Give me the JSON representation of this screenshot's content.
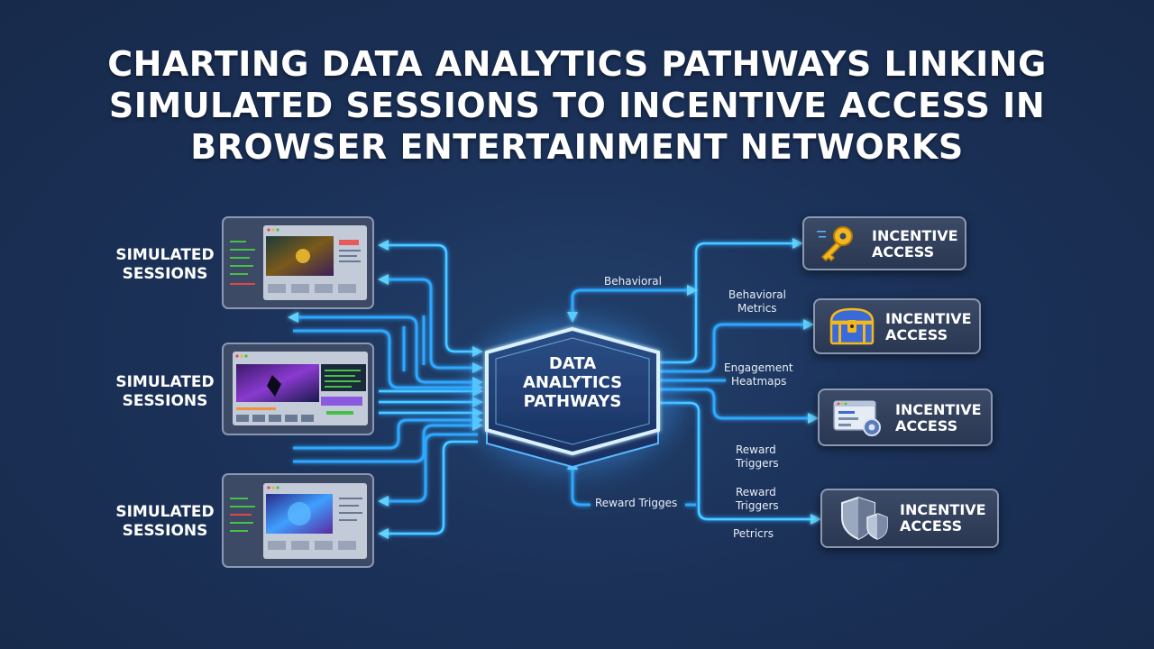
{
  "title": {
    "line1": "CHARTING DATA ANALYTICS PATHWAYS LINKING",
    "line2": "SIMULATED SESSIONS TO INCENTIVE ACCESS IN",
    "line3": "BROWSER ENTERTAINMENT NETWORKS"
  },
  "hub": {
    "line1": "DATA",
    "line2": "ANALYTICS",
    "line3": "PATHWAYS"
  },
  "sessions": [
    {
      "line1": "SIMULATED",
      "line2": "SESSIONS"
    },
    {
      "line1": "SIMULATED",
      "line2": "SESSIONS"
    },
    {
      "line1": "SIMULATED",
      "line2": "SESSIONS"
    }
  ],
  "incentives": [
    {
      "line1": "INCENTIVE",
      "line2": "ACCESS",
      "icon": "key-icon"
    },
    {
      "line1": "INCENTIVE",
      "line2": "ACCESS",
      "icon": "treasure-chest-icon"
    },
    {
      "line1": "INCENTIVE",
      "line2": "ACCESS",
      "icon": "browser-window-icon"
    },
    {
      "line1": "INCENTIVE",
      "line2": "ACCESS",
      "icon": "shield-icon"
    }
  ],
  "flow_labels": {
    "behavioral": "Behavioral",
    "behavioral_metrics_1": "Behavioral",
    "behavioral_metrics_2": "Metrics",
    "engagement_1": "Engagement",
    "engagement_2": "Heatmaps",
    "reward_triggers_a1": "Reward",
    "reward_triggers_a2": "Triggers",
    "reward_triggers_b1": "Reward",
    "reward_triggers_b2": "Triggers",
    "reward_trigges": "Reward Trigges",
    "petricrs": "Petricrs"
  },
  "colors": {
    "background": "#1b3158",
    "flow_line": "#2fa8ff",
    "flow_line_bright": "#66ecff",
    "card_border": "#8b98b3",
    "title_text": "#ffffff"
  }
}
